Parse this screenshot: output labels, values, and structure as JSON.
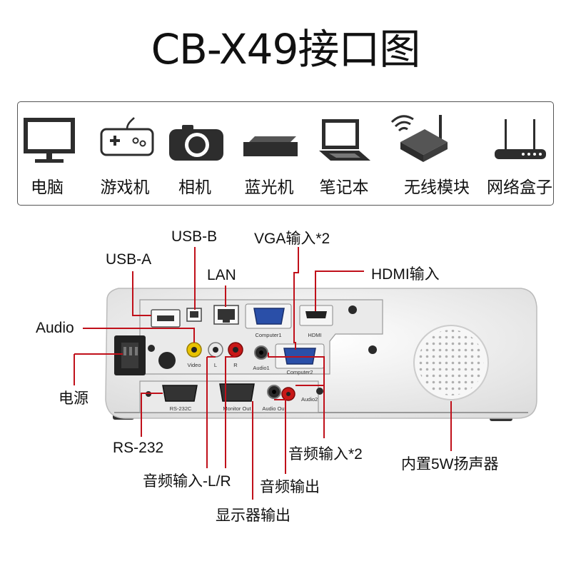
{
  "title": "CB-X49接口图",
  "devices": [
    {
      "label": "电脑",
      "icon": "monitor-icon"
    },
    {
      "label": "游戏机",
      "icon": "gamepad-icon"
    },
    {
      "label": "相机",
      "icon": "camera-icon"
    },
    {
      "label": "蓝光机",
      "icon": "bluray-player-icon"
    },
    {
      "label": "笔记本",
      "icon": "laptop-icon"
    },
    {
      "label": "无线模块",
      "icon": "wireless-module-icon"
    },
    {
      "label": "网络盒子",
      "icon": "router-icon"
    }
  ],
  "ports": {
    "usb_b": "USB-B",
    "vga_in": "VGA输入*2",
    "usb_a": "USB-A",
    "lan": "LAN",
    "hdmi_in": "HDMI输入",
    "audio": "Audio",
    "power": "电源",
    "rs232": "RS-232",
    "audio_in_lr": "音频输入-L/R",
    "audio_in_2": "音频输入*2",
    "audio_out": "音频输出",
    "monitor_out": "显示器输出",
    "speaker": "内置5W扬声器"
  },
  "panel_labels": {
    "computer1": "Computer1",
    "computer2": "Computer2",
    "hdmi": "HDMI",
    "video": "Video",
    "l": "L",
    "r": "R",
    "audio1": "Audio1",
    "audio2": "Audio2",
    "rs232c": "RS-232C",
    "monitor_out": "Monitor Out",
    "audio_out": "Audio Out"
  },
  "colors": {
    "leader_line": "#c0101a",
    "video_jack": "#e8c200",
    "red_jack": "#c81818",
    "white_jack": "#e8e8e8",
    "vga_blue": "#2a4fa8",
    "body": "#f3f3f3"
  }
}
